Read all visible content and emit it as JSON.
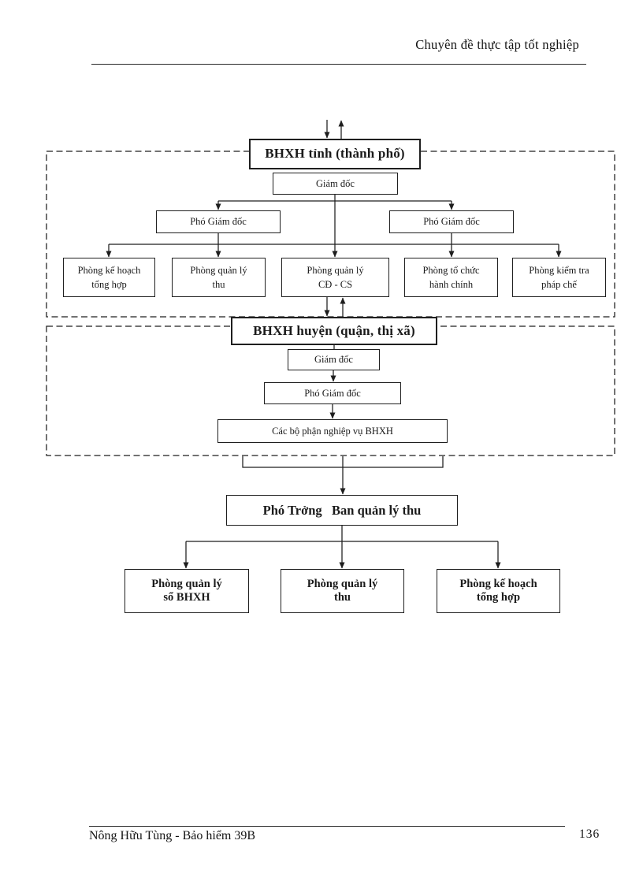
{
  "header": {
    "title": "Chuyên đề thực tập tốt nghiệp"
  },
  "footer": {
    "author": "Nông Hữu Tùng - Bảo hiểm 39B",
    "page_number": "136"
  },
  "diagram": {
    "provincial": {
      "title": "BHXH tỉnh (thành phố)",
      "director": "Giám đốc",
      "deputy_left": "Phó Giám đốc",
      "deputy_right": "Phó Giám đốc",
      "departments": [
        {
          "line1": "Phòng kế hoạch",
          "line2": "tổng hợp"
        },
        {
          "line1": "Phòng quản lý",
          "line2": "thu"
        },
        {
          "line1": "Phòng quản lý",
          "line2": "CĐ - CS"
        },
        {
          "line1": "Phòng tổ chức",
          "line2": "hành chính"
        },
        {
          "line1": "Phòng kiểm tra",
          "line2": "pháp chế"
        }
      ]
    },
    "district": {
      "title": "BHXH huyện (quận, thị xã)",
      "director": "Giám đốc",
      "deputy": "Phó Giám đốc",
      "units": "Các bộ phận nghiệp vụ BHXH"
    },
    "board": {
      "head": "Phó Trởng   Ban quản lý thu",
      "departments": [
        {
          "line1": "Phòng quản lý",
          "line2": "sổ BHXH"
        },
        {
          "line1": "Phòng quản lý",
          "line2": "thu"
        },
        {
          "line1": "Phòng kế hoạch",
          "line2": "tổng hợp"
        }
      ]
    }
  }
}
